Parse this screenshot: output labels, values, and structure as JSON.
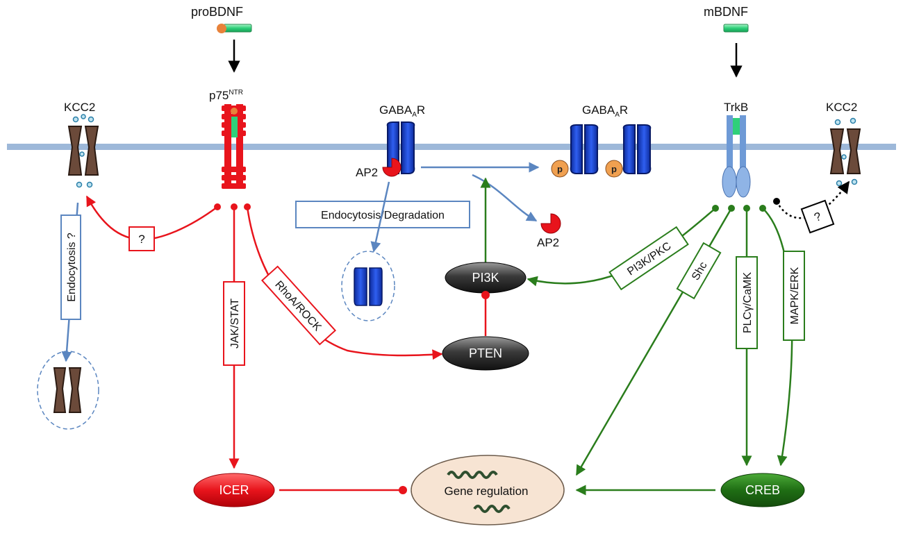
{
  "ligands": {
    "left": "proBDNF",
    "right": "mBDNF"
  },
  "receptors": {
    "p75": "p75",
    "p75_sup": "NTR",
    "trkb": "TrkB",
    "kcc2_left": "KCC2",
    "kcc2_right": "KCC2",
    "gaba_left_main": "GABA",
    "gaba_left_sub": "A",
    "gaba_left_tail": "R",
    "gaba_right_main": "GABA",
    "gaba_right_sub": "A",
    "gaba_right_tail": "R"
  },
  "labels": {
    "ap2_bound": "AP2",
    "ap2_free": "AP2",
    "phospho": "p",
    "endocytosis_degradation": "Endocytosis/Degradation",
    "endocytosis_q": "Endocytosis ?",
    "unknown_left": "?",
    "unknown_right": "?"
  },
  "pathways": {
    "jak_stat": "JAK/STAT",
    "rhoa_rock": "RhoA/ROCK",
    "pi3k_pkc": "PI3K/PKC",
    "shc": "Shc",
    "plcg_camk": "PLCγ/CaMK",
    "mapk_erk": "MAPK/ERK"
  },
  "nodes": {
    "pi3k": "PI3K",
    "pten": "PTEN",
    "icer": "ICER",
    "creb": "CREB",
    "gene_regulation": "Gene regulation"
  },
  "colors": {
    "membrane": "#9db8d9",
    "p75_red": "#e8141c",
    "inhibit_red": "#e8141c",
    "trkb_green": "#2a7d1c",
    "blue_arrow": "#5b86c0",
    "gaba_blue": "#1a3fc9",
    "trkb_blue": "#6e9ad6",
    "kcc2_brown": "#6b4a3a",
    "icer_fill": "#e8141c",
    "creb_fill": "#1f6e14",
    "gene_fill": "#f7e4d3",
    "phospho_fill": "#f0a050",
    "ligand_green": "#2fd07a",
    "pro_orange": "#e8823a"
  }
}
